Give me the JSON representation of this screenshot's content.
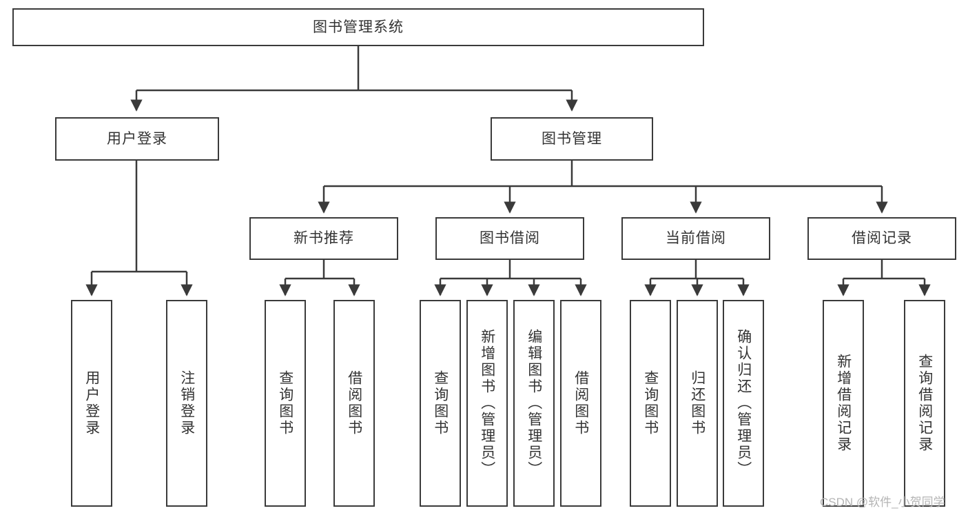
{
  "diagram": {
    "type": "tree-hierarchy",
    "title": "图书管理系统",
    "orientation": "top-down",
    "root": {
      "id": "root",
      "label": "图书管理系统",
      "text_orientation": "horizontal"
    },
    "level2": [
      {
        "id": "user-login",
        "label": "用户登录",
        "text_orientation": "horizontal",
        "children": [
          {
            "id": "user-login-leaf",
            "label": "用户登录",
            "text_orientation": "vertical"
          },
          {
            "id": "user-logout-leaf",
            "label": "注销登录",
            "text_orientation": "vertical"
          }
        ]
      },
      {
        "id": "book-management",
        "label": "图书管理",
        "text_orientation": "horizontal",
        "children": [
          {
            "id": "new-book-recommend",
            "label": "新书推荐",
            "text_orientation": "horizontal",
            "children": [
              {
                "id": "recommend-query-book",
                "label": "查询图书",
                "text_orientation": "vertical"
              },
              {
                "id": "recommend-borrow-book",
                "label": "借阅图书",
                "text_orientation": "vertical"
              }
            ]
          },
          {
            "id": "book-borrow",
            "label": "图书借阅",
            "text_orientation": "horizontal",
            "children": [
              {
                "id": "borrow-query-book",
                "label": "查询图书",
                "text_orientation": "vertical"
              },
              {
                "id": "borrow-add-book",
                "label": "新增图书（管理员）",
                "text_orientation": "vertical"
              },
              {
                "id": "borrow-edit-book",
                "label": "编辑图书（管理员）",
                "text_orientation": "vertical"
              },
              {
                "id": "borrow-borrow-book",
                "label": "借阅图书",
                "text_orientation": "vertical"
              }
            ]
          },
          {
            "id": "current-borrow",
            "label": "当前借阅",
            "text_orientation": "horizontal",
            "children": [
              {
                "id": "current-query-book",
                "label": "查询图书",
                "text_orientation": "vertical"
              },
              {
                "id": "current-return-book",
                "label": "归还图书",
                "text_orientation": "vertical"
              },
              {
                "id": "current-confirm-return",
                "label": "确认归还（管理员）",
                "text_orientation": "vertical"
              }
            ]
          },
          {
            "id": "borrow-record",
            "label": "借阅记录",
            "text_orientation": "horizontal",
            "children": [
              {
                "id": "record-add",
                "label": "新增借阅记录",
                "text_orientation": "vertical"
              },
              {
                "id": "record-query",
                "label": "查询借阅记录",
                "text_orientation": "vertical"
              }
            ]
          }
        ]
      }
    ]
  },
  "watermark": {
    "text": "CSDN @软件_小贺同学"
  },
  "colors": {
    "stroke": "#3a3a3a",
    "text": "#333333",
    "background": "#ffffff",
    "watermark": "#b4b4b4"
  }
}
